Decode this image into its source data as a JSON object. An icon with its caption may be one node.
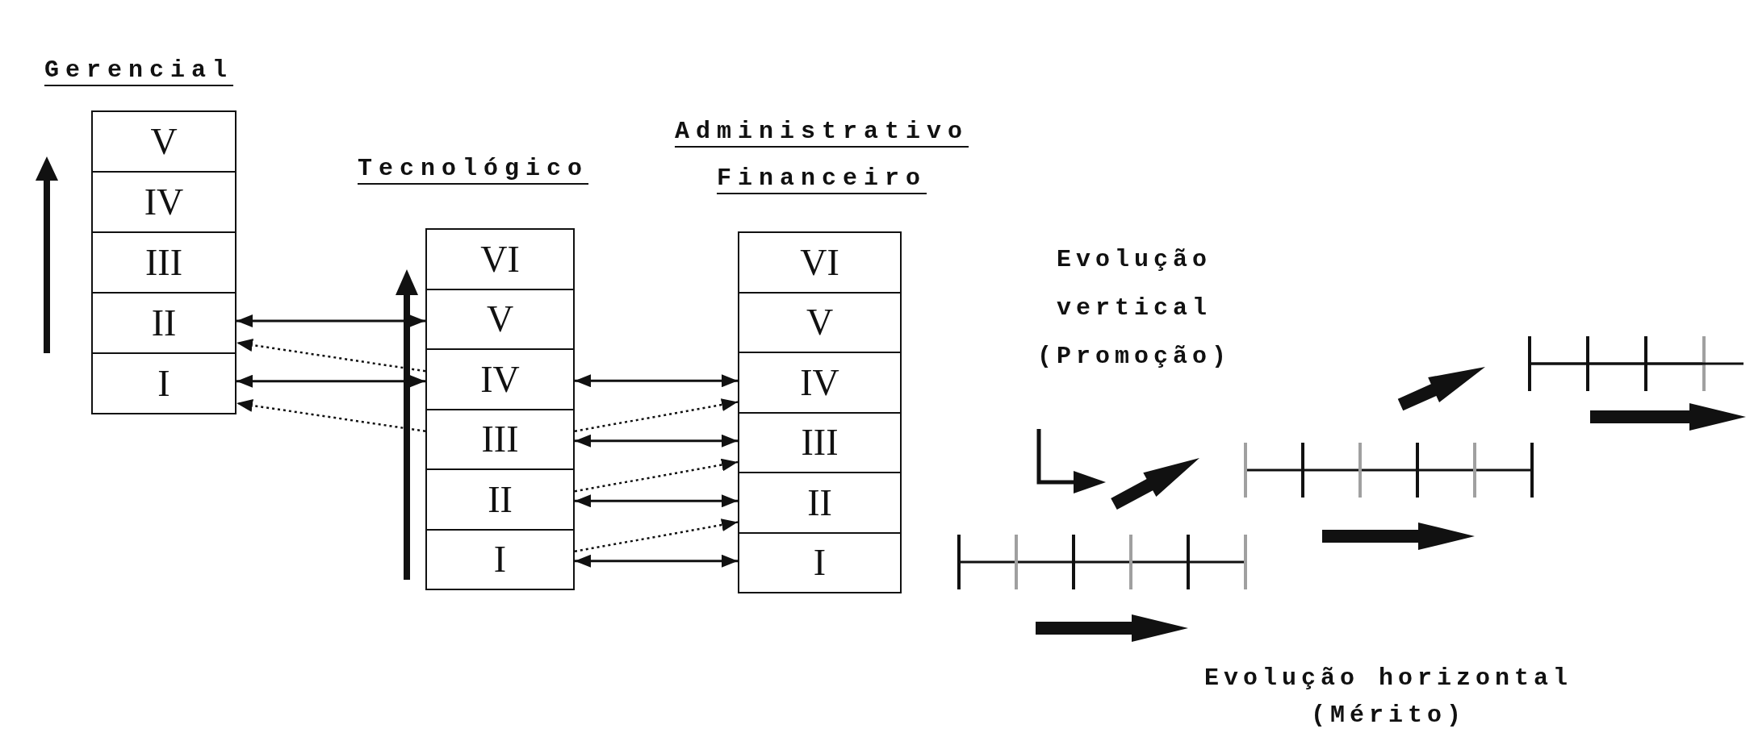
{
  "diagram": {
    "nodes": [
      {
        "text": [
          "Gerencial"
        ]
      },
      {
        "text": [
          "V"
        ],
        "in": 0
      },
      {
        "text": [
          "IV"
        ],
        "in": 0
      },
      {
        "text": [
          "III"
        ],
        "in": 0
      },
      {
        "text": [
          "II"
        ],
        "in": 0
      },
      {
        "text": [
          "I"
        ],
        "in": 0
      },
      {
        "text": [
          "Tecnológico"
        ]
      },
      {
        "text": [
          "VI"
        ],
        "in": 6
      },
      {
        "text": [
          "V"
        ],
        "in": 6
      },
      {
        "text": [
          "IV"
        ],
        "in": 6
      },
      {
        "text": [
          "III"
        ],
        "in": 6
      },
      {
        "text": [
          "II"
        ],
        "in": 6
      },
      {
        "text": [
          "I"
        ],
        "in": 6
      },
      {
        "text": [
          "Administrativo Financeiro"
        ]
      },
      {
        "text": [
          "VI"
        ],
        "in": 13
      },
      {
        "text": [
          "V"
        ],
        "in": 13
      },
      {
        "text": [
          "IV"
        ],
        "in": 13
      },
      {
        "text": [
          "III"
        ],
        "in": 13
      },
      {
        "text": [
          "II"
        ],
        "in": 13
      },
      {
        "text": [
          "I"
        ],
        "in": 13
      }
    ],
    "edges": [
      {
        "from": 4,
        "to": 8,
        "arrow": "both"
      },
      {
        "from": 9,
        "to": 4,
        "arrow": "to",
        "style": "dashed"
      },
      {
        "from": 5,
        "to": 9,
        "arrow": "both"
      },
      {
        "from": 10,
        "to": 5,
        "arrow": "to",
        "style": "dashed"
      },
      {
        "from": 9,
        "to": 16,
        "arrow": "both"
      },
      {
        "from": 10,
        "to": 16,
        "arrow": "to",
        "style": "dashed"
      },
      {
        "from": 10,
        "to": 17,
        "arrow": "both"
      },
      {
        "from": 11,
        "to": 17,
        "arrow": "to",
        "style": "dashed"
      },
      {
        "from": 11,
        "to": 18,
        "arrow": "both"
      },
      {
        "from": 12,
        "to": 18,
        "arrow": "to",
        "style": "dashed"
      },
      {
        "from": 12,
        "to": 19,
        "arrow": "both"
      }
    ],
    "labels": [
      "Evolução vertical (Promoção)",
      "Evolução horizontal (Mérito)"
    ]
  }
}
